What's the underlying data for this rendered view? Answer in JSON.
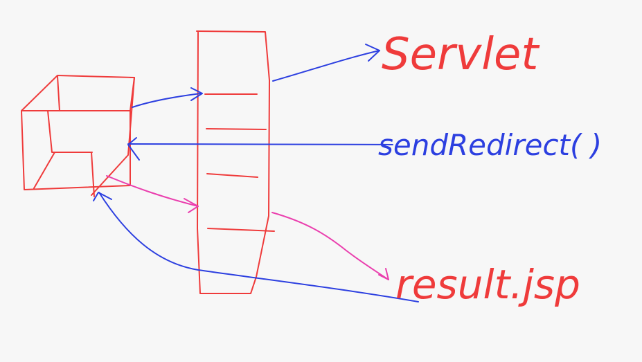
{
  "labels": {
    "servlet": "Servlet",
    "send_redirect": "sendRedirect( )",
    "result_jsp": "result.jsp"
  },
  "colors": {
    "background": "#f7f7f7",
    "red_ink": "#ef3b3b",
    "blue_ink": "#2c3fe0",
    "pink_ink": "#ea3fae"
  },
  "icons": {
    "client": "cube-icon",
    "server": "server-column-icon"
  }
}
